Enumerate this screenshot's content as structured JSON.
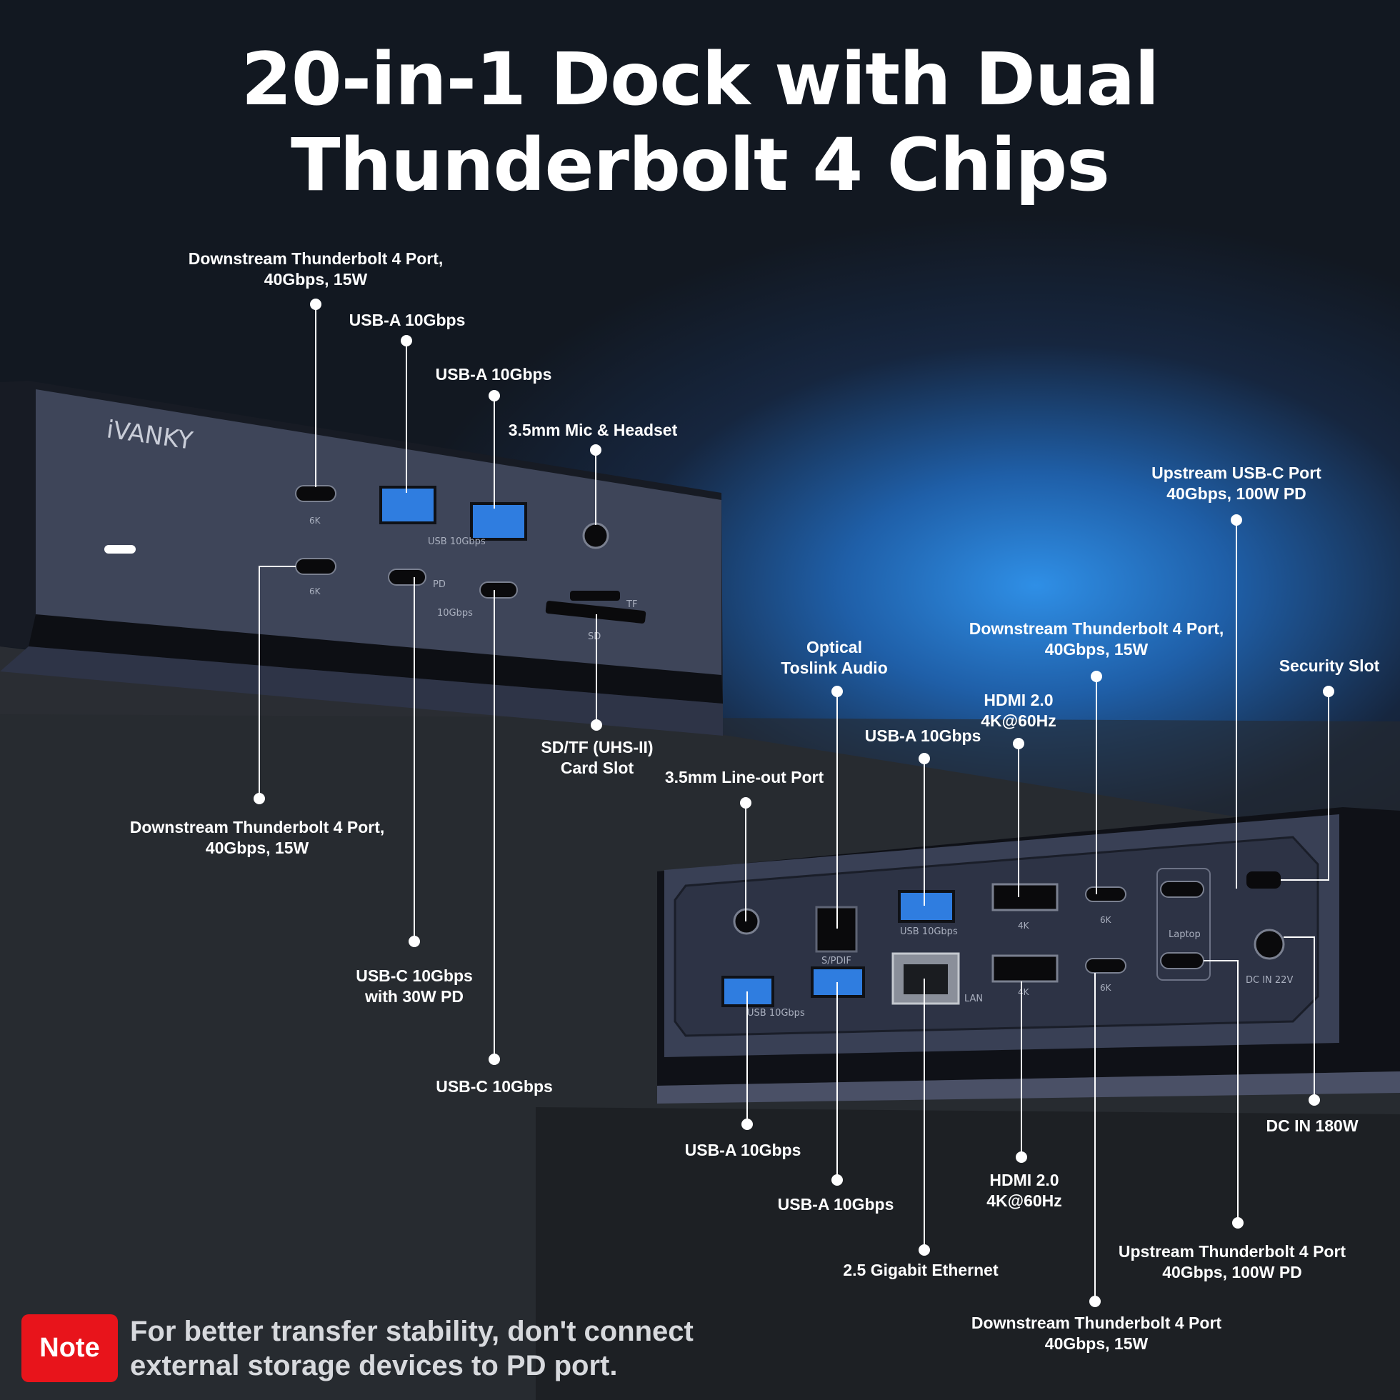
{
  "title": {
    "line1": "20-in-1 Dock with Dual",
    "line2": "Thunderbolt 4 Chips"
  },
  "dock": {
    "brand": "iVANKY",
    "front_markings": {
      "usb_10gbps": "USB 10Gbps",
      "pd": "PD",
      "ten_gbps": "10Gbps",
      "tf": "TF",
      "sd": "SD",
      "six_k": "6K"
    },
    "rear_markings": {
      "usb_10gbps": "USB 10Gbps",
      "spdif": "S/PDIF",
      "lan": "LAN",
      "four_k": "4K",
      "six_k": "6K",
      "laptop": "Laptop",
      "dc_in": "DC IN 22V"
    }
  },
  "front_labels": {
    "tb4_top": [
      "Downstream Thunderbolt 4 Port,",
      "40Gbps, 15W"
    ],
    "usba_1": "USB-A 10Gbps",
    "usba_2": "USB-A 10Gbps",
    "mic": "3.5mm Mic & Headset",
    "sd_tf": [
      "SD/TF (UHS-II)",
      "Card Slot"
    ],
    "tb4_bottom": [
      "Downstream Thunderbolt 4 Port,",
      "40Gbps, 15W"
    ],
    "usbc_pd": [
      "USB-C 10Gbps",
      "with 30W PD"
    ],
    "usbc": "USB-C 10Gbps"
  },
  "rear_labels": {
    "upstream_usbc": [
      "Upstream USB-C Port",
      "40Gbps, 100W PD"
    ],
    "optical": [
      "Optical",
      "Toslink Audio"
    ],
    "tb4_top": [
      "Downstream Thunderbolt 4 Port,",
      "40Gbps, 15W"
    ],
    "security": "Security Slot",
    "hdmi_top": [
      "HDMI 2.0",
      "4K@60Hz"
    ],
    "usba_top": "USB-A 10Gbps",
    "lineout": "3.5mm Line-out Port",
    "dc_in": "DC IN 180W",
    "usba_bottom_1": "USB-A 10Gbps",
    "usba_bottom_2": "USB-A 10Gbps",
    "hdmi_bottom": [
      "HDMI 2.0",
      "4K@60Hz"
    ],
    "ethernet": "2.5 Gigabit Ethernet",
    "upstream_tb4": [
      "Upstream Thunderbolt 4 Port",
      "40Gbps, 100W PD"
    ],
    "tb4_bottom": [
      "Downstream Thunderbolt 4 Port",
      "40Gbps, 15W"
    ]
  },
  "note": {
    "badge": "Note",
    "line1": "For better transfer stability, don't connect",
    "line2": "external storage devices to PD port."
  },
  "colors": {
    "note_red": "#e8141b",
    "dock_body": "#3b4358",
    "usb_blue": "#2f7de0"
  }
}
